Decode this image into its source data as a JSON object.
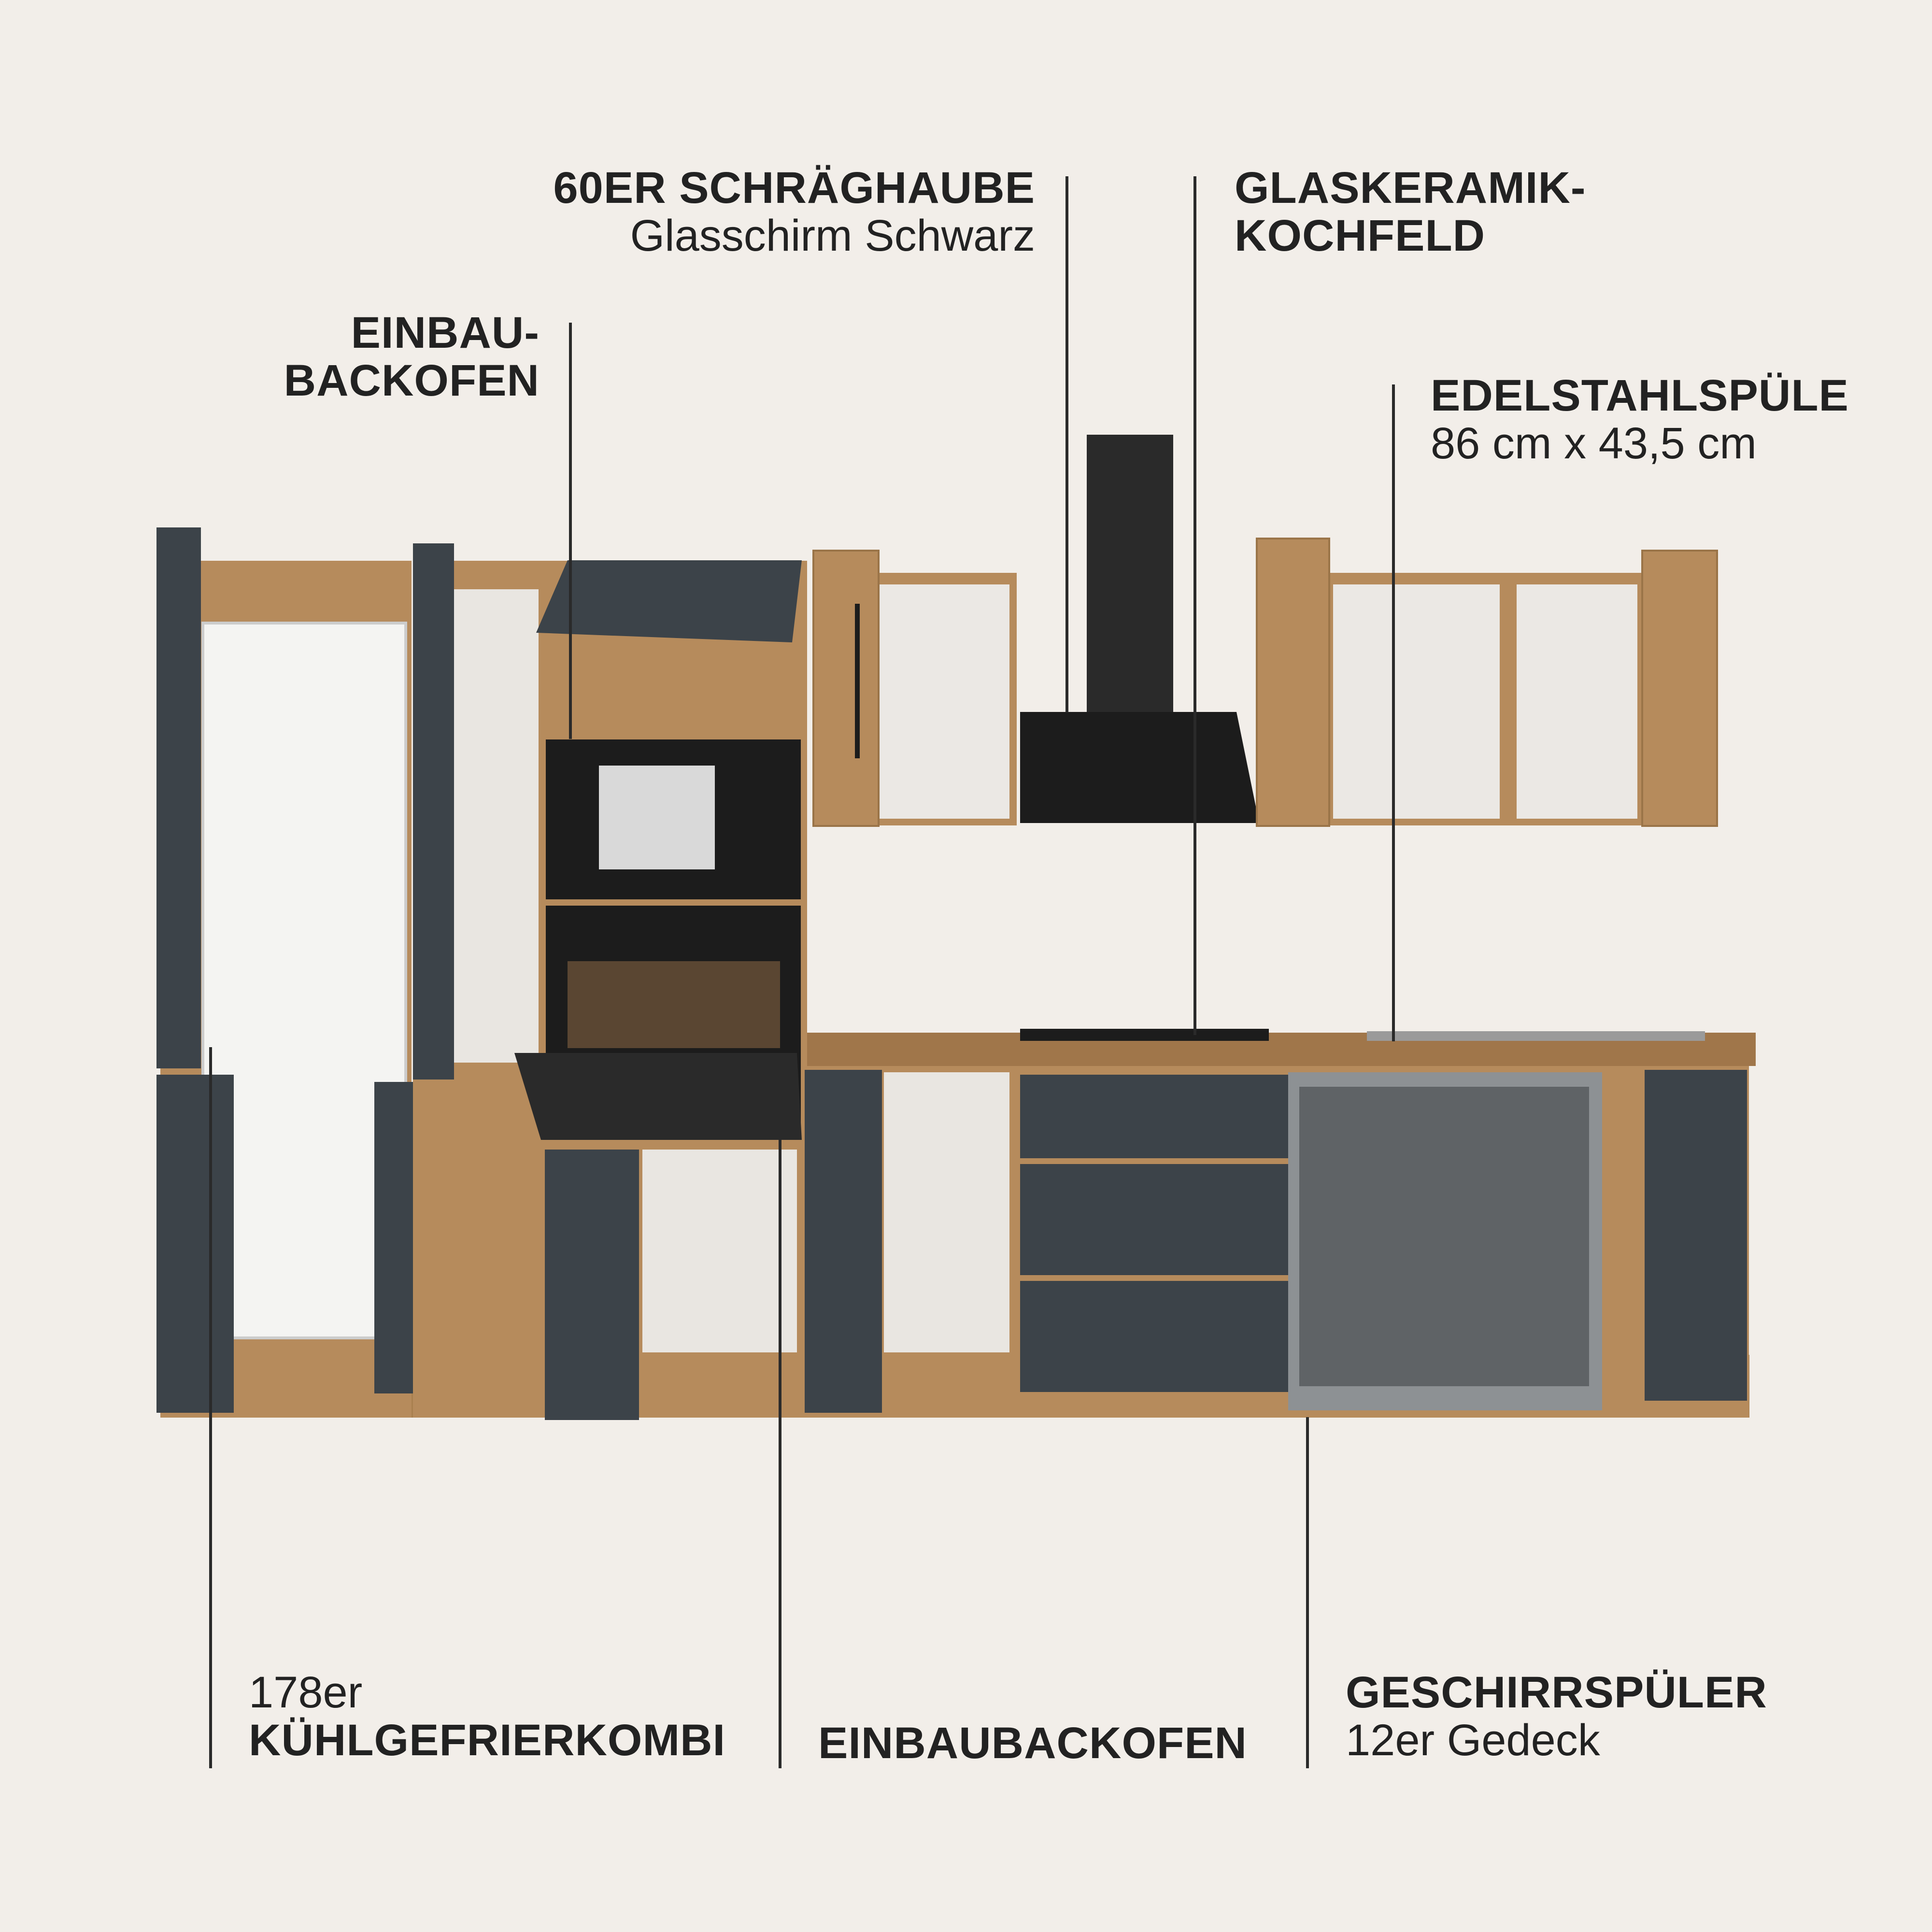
{
  "callouts": {
    "hood": {
      "title": "60ER SCHRÄGHAUBE",
      "subtitle": "Glasschirm Schwarz"
    },
    "hob": {
      "title_line1": "GLASKERAMIK-",
      "title_line2": "KOCHFELD"
    },
    "oven_top": {
      "title_line1": "EINBAU-",
      "title_line2": "BACKOFEN"
    },
    "sink": {
      "title": "EDELSTAHLSPÜLE",
      "subtitle": "86 cm x 43,5 cm"
    },
    "fridge": {
      "subtitle": "178er",
      "title": "KÜHLGEFRIERKOMBI"
    },
    "oven_bottom": {
      "title": "EINBAUBACKOFEN"
    },
    "dishwasher": {
      "title": "GESCHIRRSPÜLER",
      "subtitle": "12er Gedeck"
    }
  },
  "colors": {
    "background": "#f2eee9",
    "front_anthracite": "#3c4349",
    "wood_oak": "#b68b5c",
    "appliance_black": "#1c1c1c",
    "text": "#222222"
  }
}
